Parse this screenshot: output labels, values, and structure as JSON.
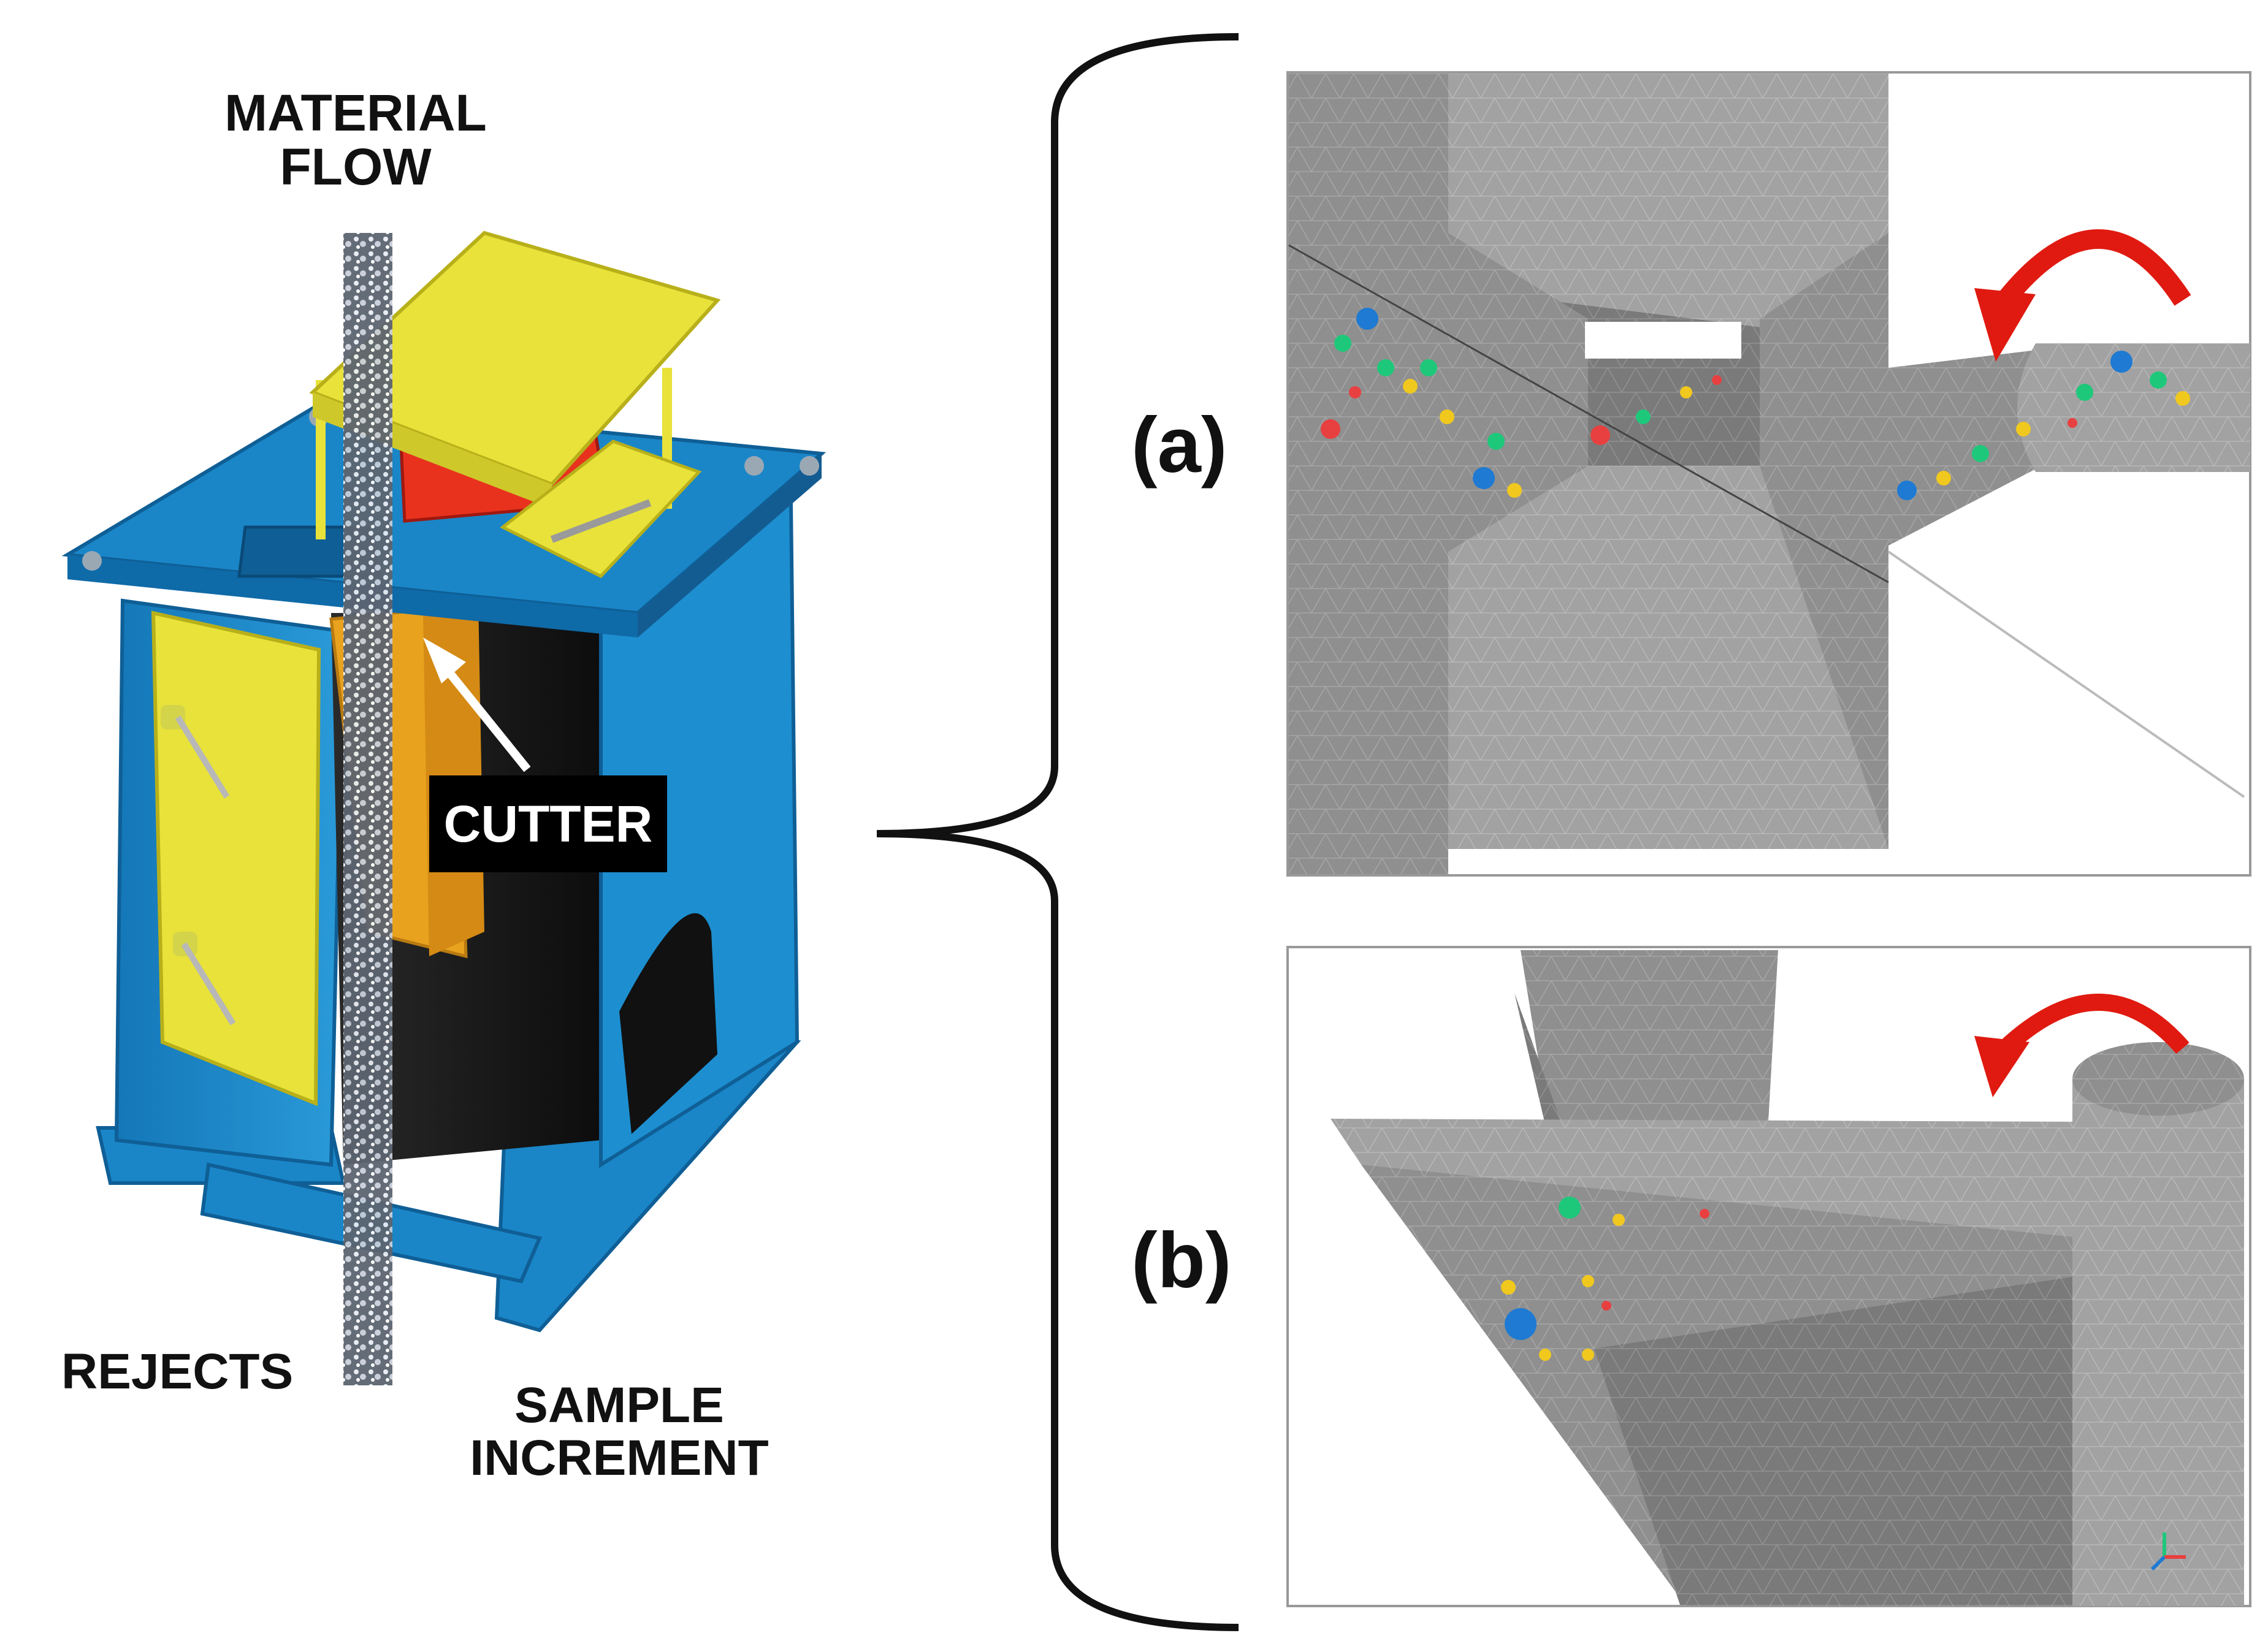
{
  "labels": {
    "material_flow_line1": "MATERIAL",
    "material_flow_line2": "FLOW",
    "cutter": "CUTTER",
    "rejects": "REJECTS",
    "sample_increment_line1": "SAMPLE",
    "sample_increment_line2": "INCREMENT",
    "panel_a": "(a)",
    "panel_b": "(b)"
  },
  "colors": {
    "frame_blue": "#1a86c8",
    "frame_blue_dark": "#0f5f96",
    "yellow": "#e8e23a",
    "cutter_orange": "#e8a21e",
    "red_motor": "#e8321e",
    "mesh_gray": "#8d8d8d",
    "arrow_red": "#e01a10",
    "particle_green": "#1ec87a",
    "particle_blue": "#1e7ad2",
    "particle_yellow": "#f0c81e",
    "particle_red": "#e84040"
  },
  "icons": {
    "rotation_arrow_a": "curved-arrow-icon",
    "rotation_arrow_b": "curved-arrow-icon",
    "axis_triad": "axis-triad-icon"
  }
}
